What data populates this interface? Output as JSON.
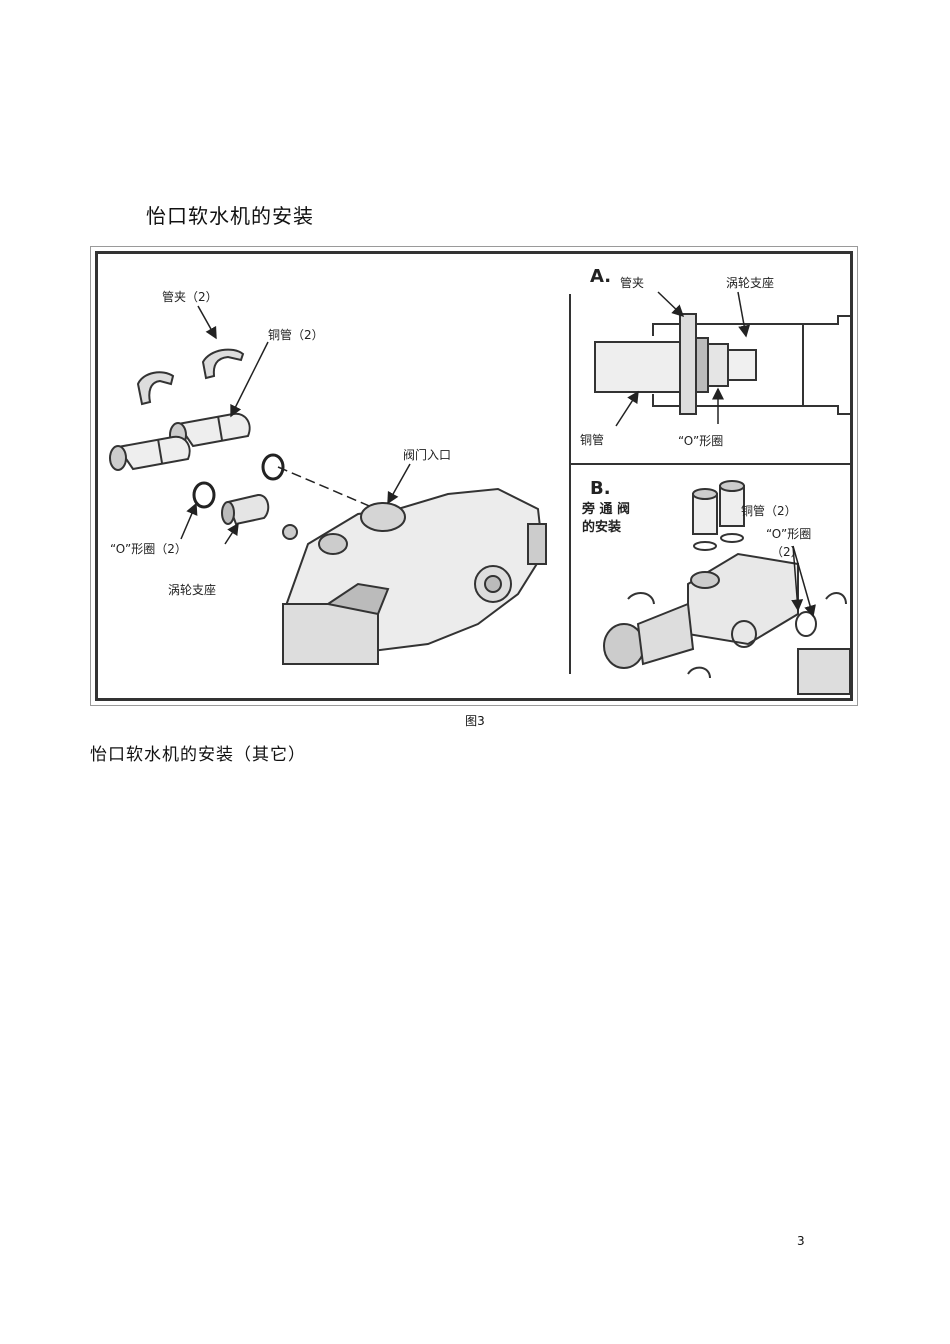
{
  "page": {
    "heading": "怡口软水机的安装",
    "caption": "图3",
    "sub_heading": "怡口软水机的安装（其它）",
    "page_number": "3"
  },
  "figure": {
    "main": {
      "pipe_clip": "管夹（2）",
      "copper_pipe": "铜管（2）",
      "valve_inlet": "阀门入口",
      "o_ring": "“O”形圈（2）",
      "turbine_seat": "涡轮支座"
    },
    "panel_a": {
      "letter": "A.",
      "pipe_clip": "管夹",
      "turbine_seat": "涡轮支座",
      "copper_pipe": "铜管",
      "o_ring": "“O”形圈"
    },
    "panel_b": {
      "letter": "B.",
      "bypass_line1": "旁 通 阀",
      "bypass_line2": "的安装",
      "copper_pipe": "铜管（2）",
      "o_ring_line1": "“O”形圈",
      "o_ring_line2": "（2）"
    }
  }
}
